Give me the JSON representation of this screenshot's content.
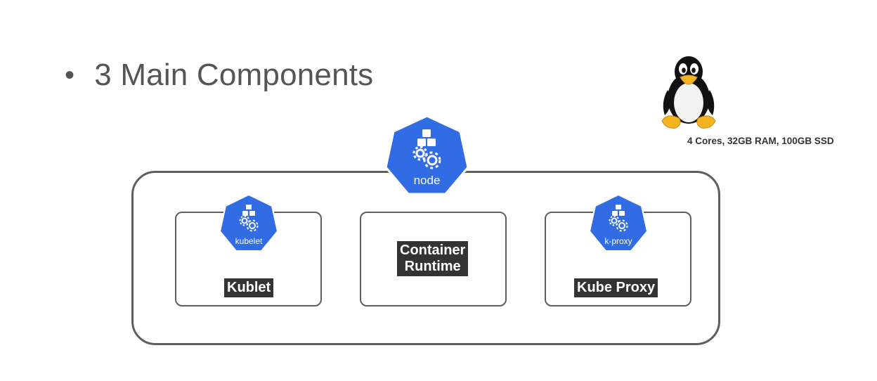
{
  "heading": {
    "bullet": "•",
    "text": "3 Main Components"
  },
  "machine": {
    "icon": "linux-tux-icon",
    "specs": "4 Cores, 32GB RAM, 100GB SSD"
  },
  "node": {
    "badge_label": "node",
    "components": [
      {
        "name": "Kublet",
        "badge_label": "kubelet"
      },
      {
        "name_line1": "Container",
        "name_line2": "Runtime"
      },
      {
        "name": "Kube Proxy",
        "badge_label": "k-proxy"
      }
    ]
  },
  "colors": {
    "k8s_blue": "#326CE5",
    "border_gray": "#5E5E5E",
    "label_bg": "#333333",
    "heading_text": "#555555"
  }
}
